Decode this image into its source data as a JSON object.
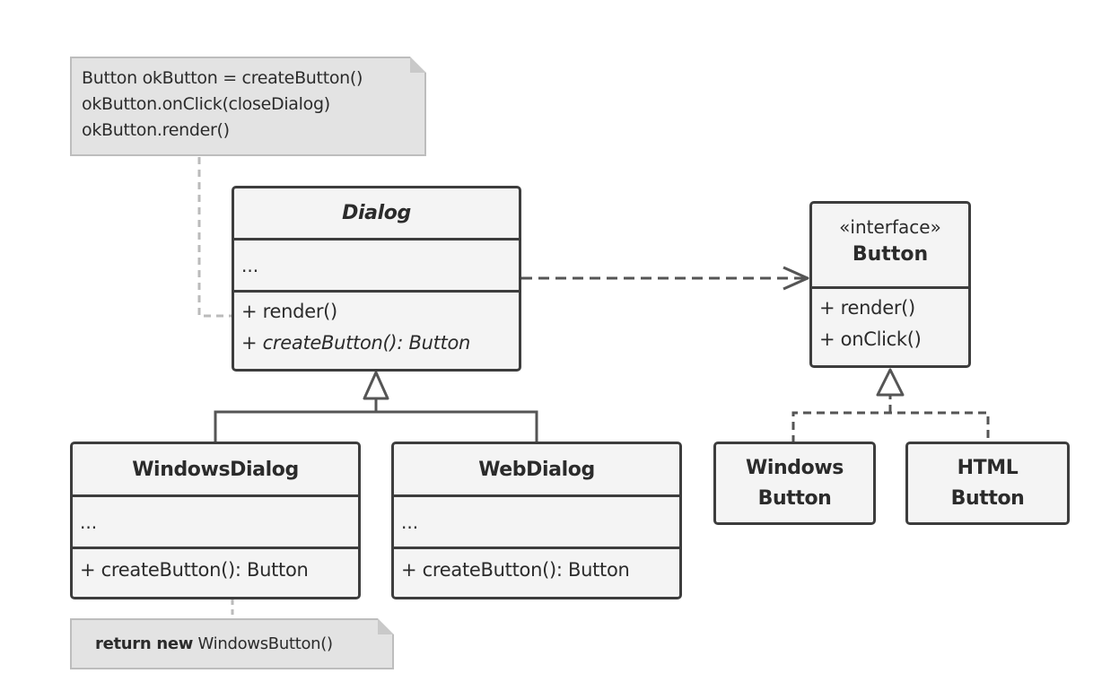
{
  "notes": {
    "dialog_note": {
      "lines": [
        "Button okButton = createButton()",
        "okButton.onClick(closeDialog)",
        "okButton.render()"
      ]
    },
    "windows_note": {
      "keyword": "return new",
      "text": "WindowsButton()"
    }
  },
  "classes": {
    "dialog": {
      "name": "Dialog",
      "fields": "...",
      "methods": [
        "+ render()",
        "+ createButton(): Button"
      ]
    },
    "windows_dialog": {
      "name": "WindowsDialog",
      "fields": "...",
      "methods": [
        "+ createButton(): Button"
      ]
    },
    "web_dialog": {
      "name": "WebDialog",
      "fields": "...",
      "methods": [
        "+ createButton(): Button"
      ]
    },
    "button_interface": {
      "stereotype": "«interface»",
      "name": "Button",
      "methods": [
        "+ render()",
        "+ onClick()"
      ]
    },
    "windows_button": {
      "name_lines": [
        "Windows",
        "Button"
      ]
    },
    "html_button": {
      "name_lines": [
        "HTML",
        "Button"
      ]
    }
  },
  "colors": {
    "class_fill": "#f4f4f4",
    "class_border": "#3d3d3d",
    "note_fill": "#e3e3e3",
    "note_border": "#bdbdbd",
    "connector": "#555555",
    "note_link": "#bbbbbb"
  }
}
